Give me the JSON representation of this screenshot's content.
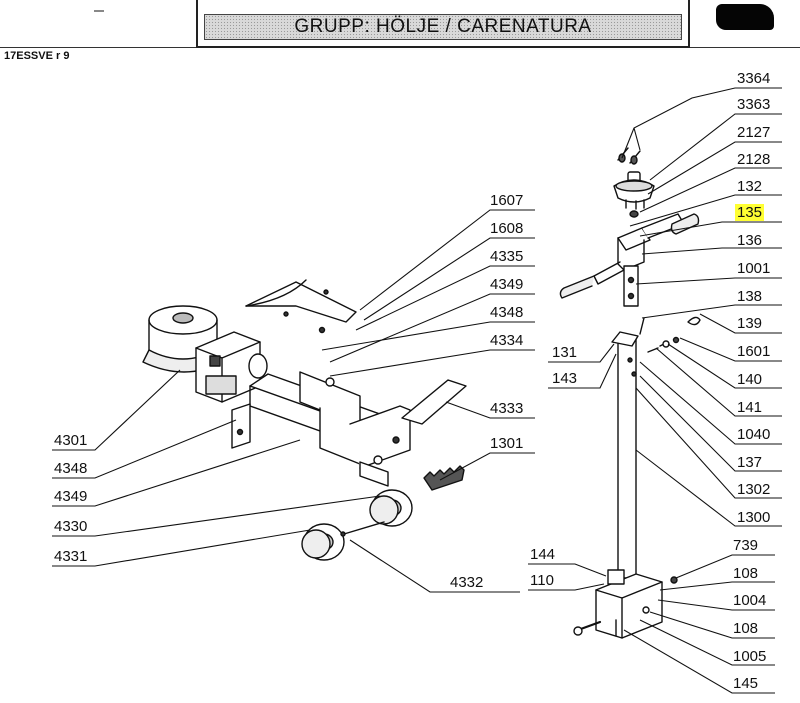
{
  "header": {
    "title": "GRUPP: HÖLJE / CARENATURA",
    "doc_code": "17ESSVE r 9"
  },
  "highlight_color": "#ffff33",
  "right_labels": [
    "3364",
    "3363",
    "2127",
    "2128",
    "132",
    "135",
    "136",
    "1001",
    "138",
    "139",
    "1601",
    "140",
    "141",
    "1040",
    "137",
    "1302",
    "1300",
    "739",
    "108",
    "1004",
    "108",
    "1005",
    "145"
  ],
  "highlighted_label": "135",
  "mid_labels": [
    "1607",
    "1608",
    "4335",
    "4349",
    "4348",
    "4334",
    "4333",
    "1301"
  ],
  "left_labels": [
    "4301",
    "4348",
    "4349",
    "4330",
    "4331"
  ],
  "bottom_label": "4332",
  "inner_labels": [
    "131",
    "143",
    "144",
    "110"
  ]
}
